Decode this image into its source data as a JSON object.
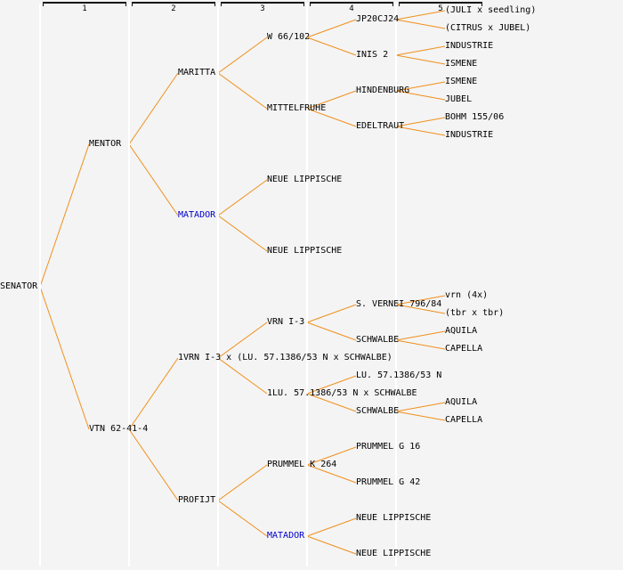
{
  "columns": [
    "1",
    "2",
    "3",
    "4",
    "5"
  ],
  "colors": {
    "edge": "#f0901c",
    "link": "#0000cc",
    "text": "#000000",
    "background": "#f4f4f4"
  },
  "pedigree": {
    "name": "SENATOR",
    "children": [
      {
        "name": "MENTOR",
        "children": [
          {
            "name": "MARITTA",
            "children": [
              {
                "name": "W 66/102",
                "children": [
                  {
                    "name": "JP20CJ24",
                    "children": [
                      {
                        "name": "(JULI x seedling)"
                      },
                      {
                        "name": "(CITRUS x JUBEL)"
                      }
                    ]
                  },
                  {
                    "name": "INIS 2",
                    "children": [
                      {
                        "name": "INDUSTRIE"
                      },
                      {
                        "name": "ISMENE"
                      }
                    ]
                  }
                ]
              },
              {
                "name": "MITTELFRUHE",
                "children": [
                  {
                    "name": "HINDENBURG",
                    "children": [
                      {
                        "name": "ISMENE"
                      },
                      {
                        "name": "JUBEL"
                      }
                    ]
                  },
                  {
                    "name": "EDELTRAUT",
                    "children": [
                      {
                        "name": "BOHM 155/06"
                      },
                      {
                        "name": "INDUSTRIE"
                      }
                    ]
                  }
                ]
              }
            ]
          },
          {
            "name": "MATADOR",
            "link": true,
            "children": [
              {
                "name": "NEUE LIPPISCHE"
              },
              {
                "name": "NEUE LIPPISCHE"
              }
            ]
          }
        ]
      },
      {
        "name": "VTN 62-41-4",
        "children": [
          {
            "name": "1VRN I-3 x (LU. 57.1386/53 N x SCHWALBE)",
            "children": [
              {
                "name": "VRN I-3",
                "children": [
                  {
                    "name": "S. VERNEI 796/84",
                    "children": [
                      {
                        "name": "vrn (4x)"
                      },
                      {
                        "name": "(tbr x tbr)"
                      }
                    ]
                  },
                  {
                    "name": "SCHWALBE",
                    "children": [
                      {
                        "name": "AQUILA"
                      },
                      {
                        "name": "CAPELLA"
                      }
                    ]
                  }
                ]
              },
              {
                "name": "1LU. 57.1386/53 N x SCHWALBE",
                "children": [
                  {
                    "name": "LU. 57.1386/53 N"
                  },
                  {
                    "name": "SCHWALBE",
                    "children": [
                      {
                        "name": "AQUILA"
                      },
                      {
                        "name": "CAPELLA"
                      }
                    ]
                  }
                ]
              }
            ]
          },
          {
            "name": "PROFIJT",
            "children": [
              {
                "name": "PRUMMEL K 264",
                "children": [
                  {
                    "name": "PRUMMEL G 16"
                  },
                  {
                    "name": "PRUMMEL G 42"
                  }
                ]
              },
              {
                "name": "MATADOR",
                "link": true,
                "children": [
                  {
                    "name": "NEUE LIPPISCHE"
                  },
                  {
                    "name": "NEUE LIPPISCHE"
                  }
                ]
              }
            ]
          }
        ]
      }
    ]
  }
}
